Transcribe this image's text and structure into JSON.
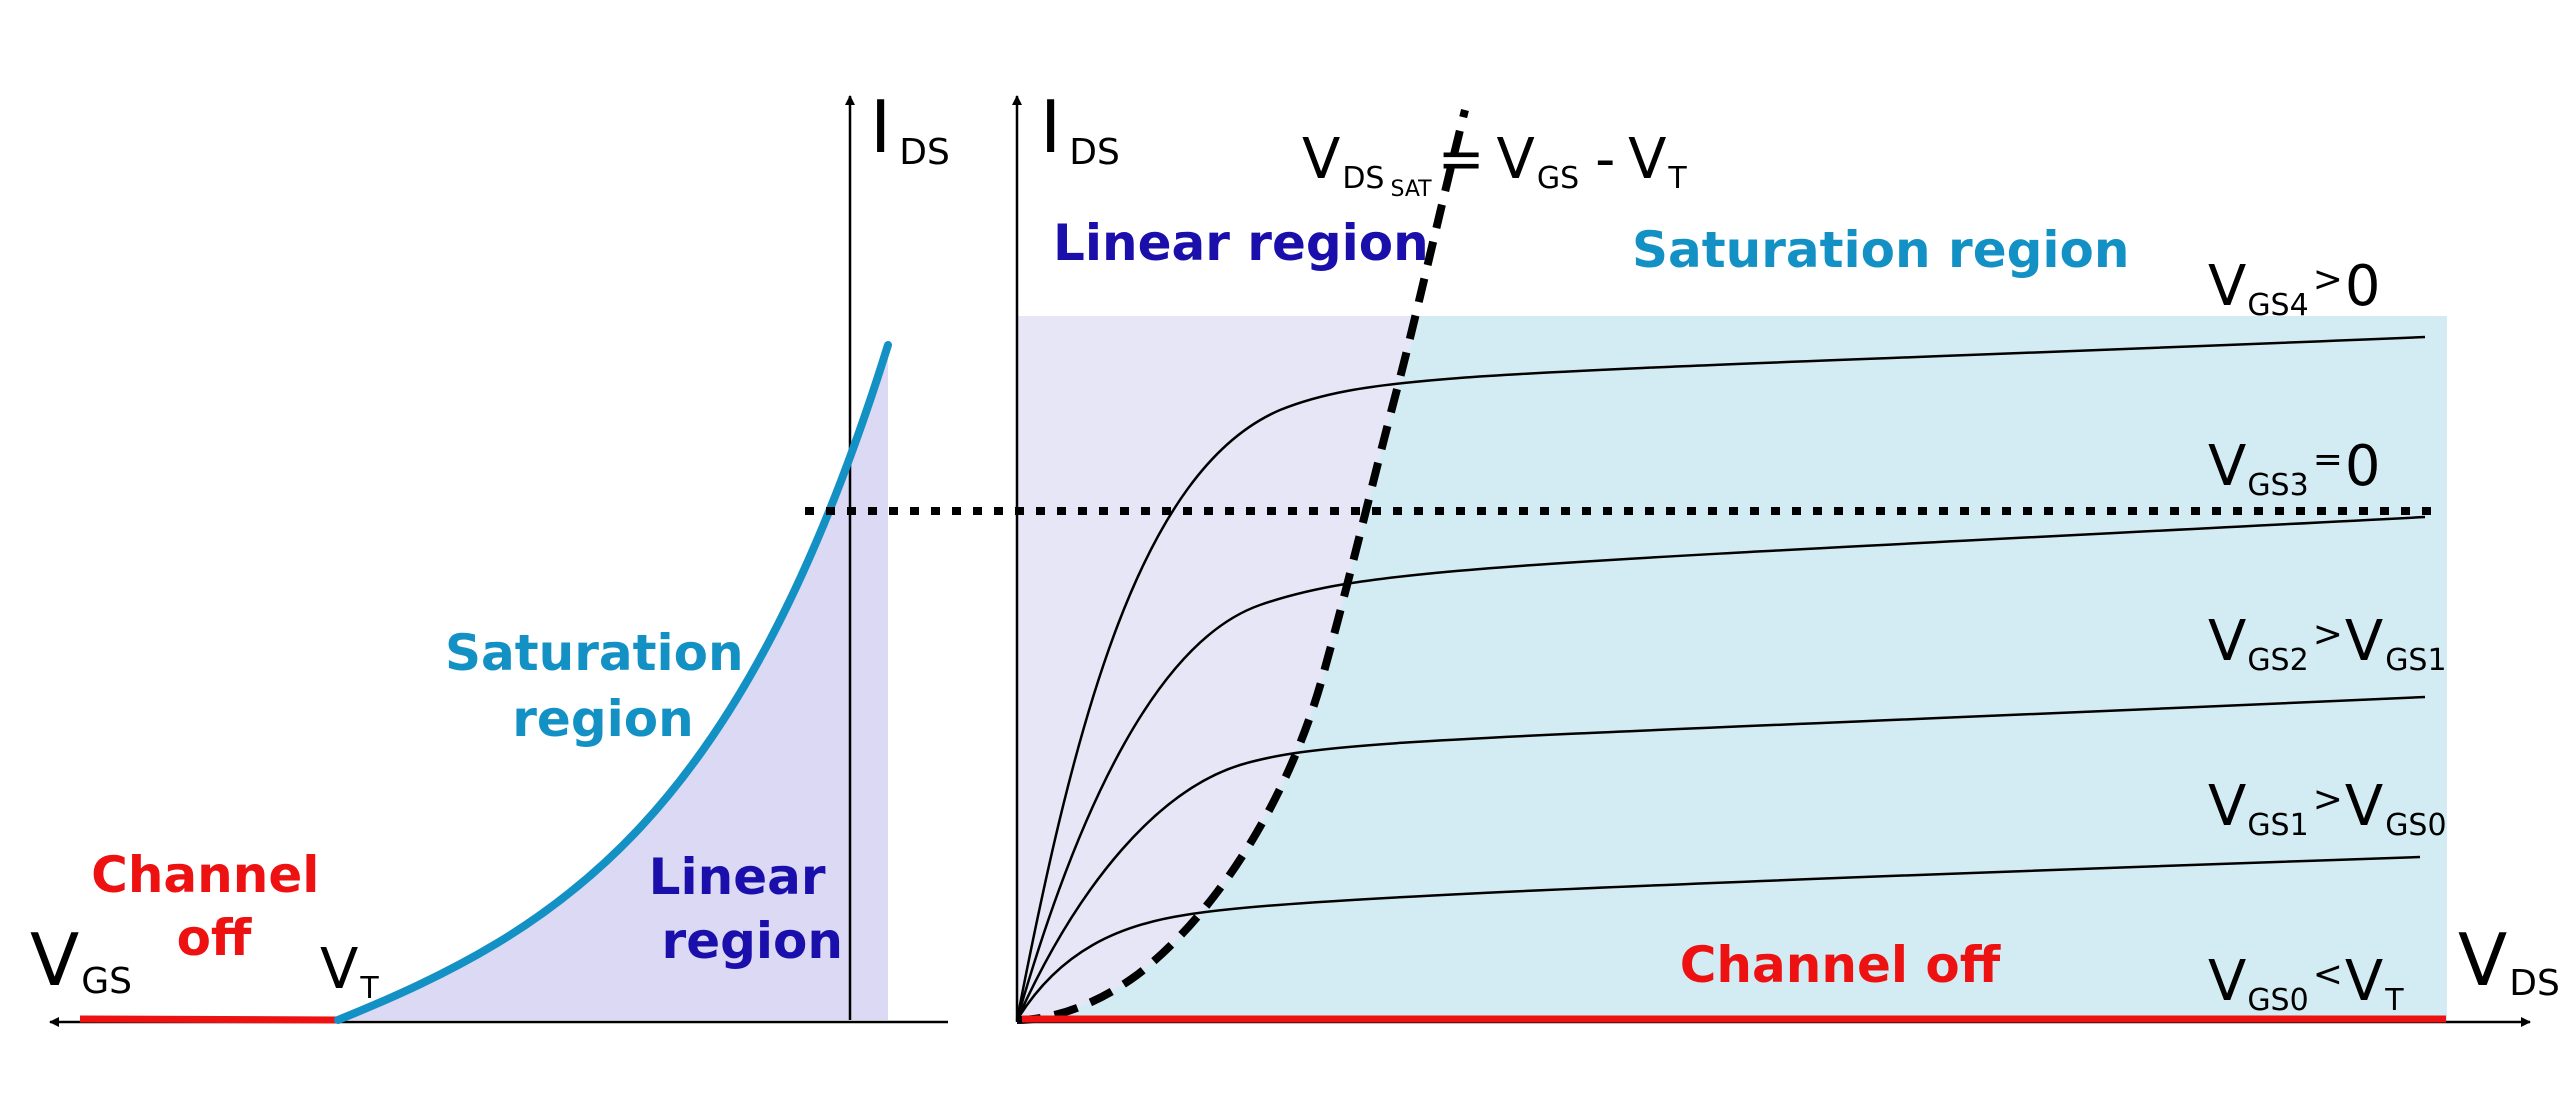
{
  "transfer": {
    "axis_y_main": "I",
    "axis_y_sub": "DS",
    "axis_x_main": "V",
    "axis_x_sub": "GS",
    "vt_main": "V",
    "vt_sub": "T",
    "channel_off_line1": "Channel",
    "channel_off_line2": "off",
    "saturation_line1": "Saturation",
    "saturation_line2": "region",
    "linear_line1": "Linear",
    "linear_line2": "region"
  },
  "output": {
    "axis_y_main": "I",
    "axis_y_sub": "DS",
    "axis_x_main": "V",
    "axis_x_sub": "DS",
    "vdsat": {
      "v1": "V",
      "s1": "DS",
      "s2": "SAT",
      "eq": "=",
      "v2": "V",
      "s3": "GS",
      "minus": "-",
      "v3": "V",
      "s4": "T"
    },
    "linear_region": "Linear region",
    "saturation_region": "Saturation region",
    "channel_off": "Channel off",
    "curves": [
      {
        "v": "V",
        "sub": "GS4",
        "op": ">",
        "rhs_v": "0",
        "rhs_sub": ""
      },
      {
        "v": "V",
        "sub": "GS3",
        "op": "=",
        "rhs_v": "0",
        "rhs_sub": ""
      },
      {
        "v": "V",
        "sub": "GS2",
        "op": ">",
        "rhs_v": "V",
        "rhs_sub": "GS1"
      },
      {
        "v": "V",
        "sub": "GS1",
        "op": ">",
        "rhs_v": "V",
        "rhs_sub": "GS0"
      },
      {
        "v": "V",
        "sub": "GS0",
        "op": "<",
        "rhs_v": "V",
        "rhs_sub": "T"
      }
    ]
  },
  "colors": {
    "channel_off": "#ee1111",
    "saturation": "#1391c4",
    "linear_text": "#1a0fab",
    "linear_fill_transfer": "#dbd9f3",
    "linear_fill_output": "#e7e6f6",
    "saturation_fill": "#d3ecf3",
    "ink": "#000000"
  }
}
